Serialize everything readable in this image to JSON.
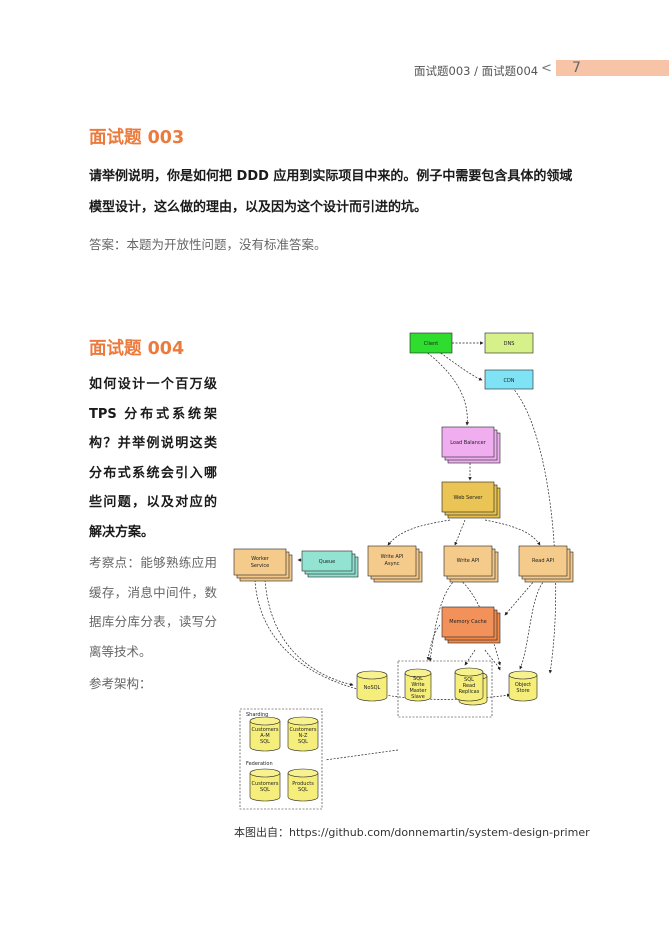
{
  "header": {
    "breadcrumb": "面试题003 / 面试题004",
    "caret": "<",
    "page_number": "7"
  },
  "q003": {
    "title": "面试题 003",
    "question": "请举例说明，你是如何把 DDD 应用到实际项目中来的。例子中需要包含具体的领域模型设计，这么做的理由，以及因为这个设计而引进的坑。",
    "answer": "答案：本题为开放性问题，没有标准答案。"
  },
  "q004": {
    "title": "面试题 004",
    "question": "如何设计一个百万级 TPS 分布式系统架构？并举例说明这类分布式系统会引入哪些问题，以及对应的解决方案。",
    "points": "考察点：能够熟练应用缓存，消息中间件，数据库分库分表，读写分离等技术。",
    "reference": "参考架构："
  },
  "diagram": {
    "client": "Client",
    "dns": "DNS",
    "cdn": "CDN",
    "load_balancer": "Load Balancer",
    "web_server": "Web Server",
    "worker_service": [
      "Worker",
      "Service"
    ],
    "queue": "Queue",
    "write_api_async": [
      "Write API",
      "Async"
    ],
    "write_api": "Write API",
    "read_api": "Read API",
    "memory_cache": "Memory Cache",
    "nosql": "NoSQL",
    "sql_write_master": [
      "SQL",
      "Write",
      "Master",
      "Slave"
    ],
    "sql_read_replicas": [
      "SQL",
      "Read",
      "Replicas"
    ],
    "object_store": [
      "Object",
      "Store"
    ],
    "sharding": "Sharding",
    "customers_am": [
      "Customers",
      "A-M",
      "SQL"
    ],
    "customers_nz": [
      "Customers",
      "N-Z",
      "SQL"
    ],
    "federation": "Federation",
    "customers_sql": [
      "Customers",
      "SQL"
    ],
    "products_sql": [
      "Products",
      "SQL"
    ]
  },
  "caption": "本图出自：https://github.com/donnemartin/system-design-primer"
}
